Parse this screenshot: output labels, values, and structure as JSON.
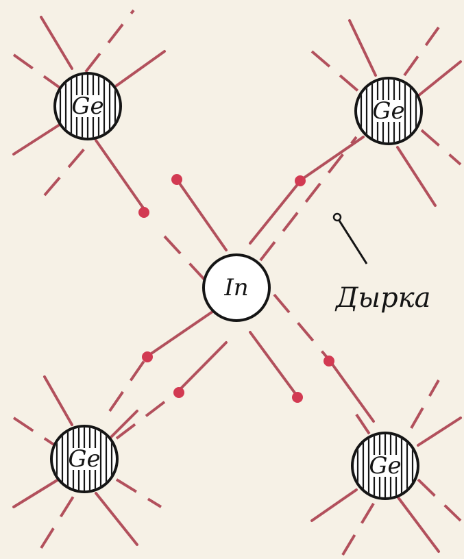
{
  "diagram": {
    "atoms": [
      {
        "id": "ge-top-left",
        "symbol": "Ge"
      },
      {
        "id": "ge-top-right",
        "symbol": "Ge"
      },
      {
        "id": "in-center",
        "symbol": "In"
      },
      {
        "id": "ge-bottom-left",
        "symbol": "Ge"
      },
      {
        "id": "ge-bottom-right",
        "symbol": "Ge"
      }
    ],
    "hole_label": "Дырка",
    "colors": {
      "background": "#f6f1e6",
      "bond": "#b2505c",
      "electron": "#d23a52",
      "atom_outline": "#151515"
    }
  }
}
